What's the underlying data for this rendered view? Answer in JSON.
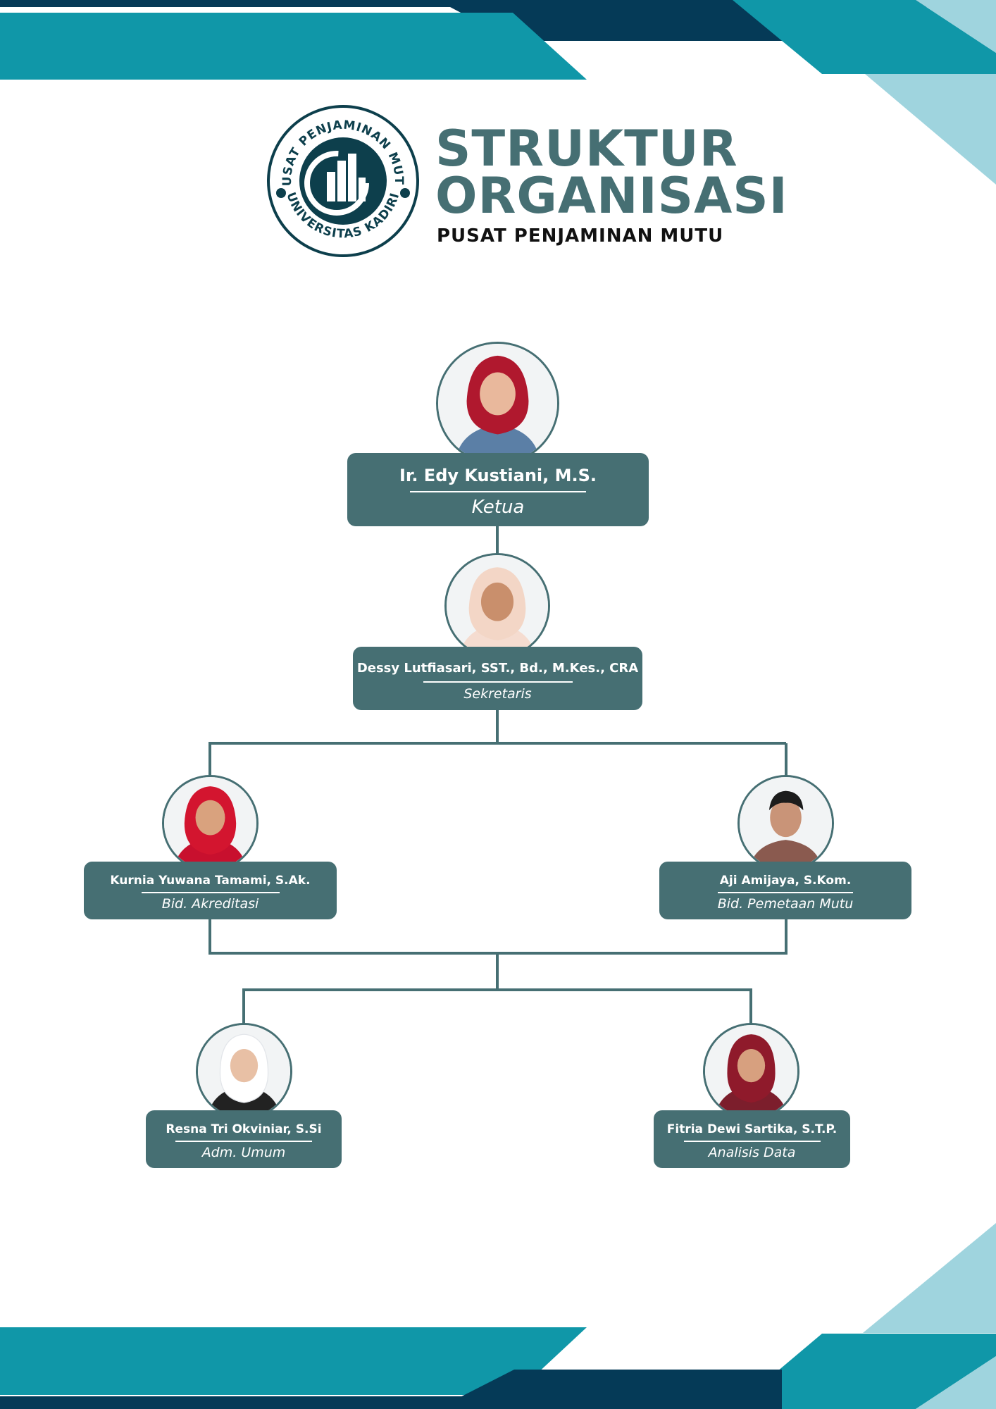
{
  "header": {
    "title_line1": "STRUKTUR",
    "title_line2": "ORGANISASI",
    "subtitle": "PUSAT PENJAMINAN MUTU"
  },
  "logo": {
    "ring_text_top": "PUSAT PENJAMINAN MUTU",
    "ring_text_bottom": "UNIVERSITAS KADIRI"
  },
  "colors": {
    "primary": "#466f73",
    "teal": "#1097a8",
    "navy": "#053a57",
    "light_teal": "#9fd4de"
  },
  "members": [
    {
      "id": "ketua",
      "name": "Ir. Edy Kustiani, M.S.",
      "role": "Ketua",
      "reports_to": null
    },
    {
      "id": "sekretaris",
      "name": "Dessy Lutfiasari, SST., Bd., M.Kes., CRA",
      "role": "Sekretaris",
      "reports_to": "ketua"
    },
    {
      "id": "akreditasi",
      "name": "Kurnia Yuwana Tamami, S.Ak.",
      "role": "Bid. Akreditasi",
      "reports_to": "sekretaris"
    },
    {
      "id": "pemetaan",
      "name": "Aji Amijaya, S.Kom.",
      "role": "Bid. Pemetaan Mutu",
      "reports_to": "sekretaris"
    },
    {
      "id": "adm",
      "name": "Resna Tri Okviniar, S.Si",
      "role": "Adm. Umum",
      "reports_to": "akreditasi, pemetaan"
    },
    {
      "id": "analisis",
      "name": "Fitria Dewi Sartika, S.T.P.",
      "role": "Analisis Data",
      "reports_to": "akreditasi, pemetaan"
    }
  ]
}
